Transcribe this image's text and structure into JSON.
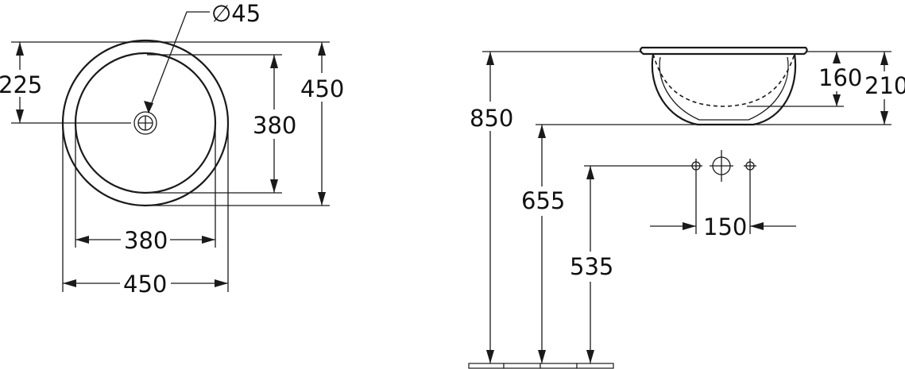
{
  "dimensions": {
    "drain_diameter": "∅45",
    "drain_offset": "225",
    "outer_height": "450",
    "inner_height": "380",
    "inner_width": "380",
    "outer_width": "450",
    "floor_to_rim": "850",
    "floor_to_bottom": "655",
    "floor_to_tap": "535",
    "tap_spacing": "150",
    "bowl_depth": "160",
    "total_height": "210"
  }
}
